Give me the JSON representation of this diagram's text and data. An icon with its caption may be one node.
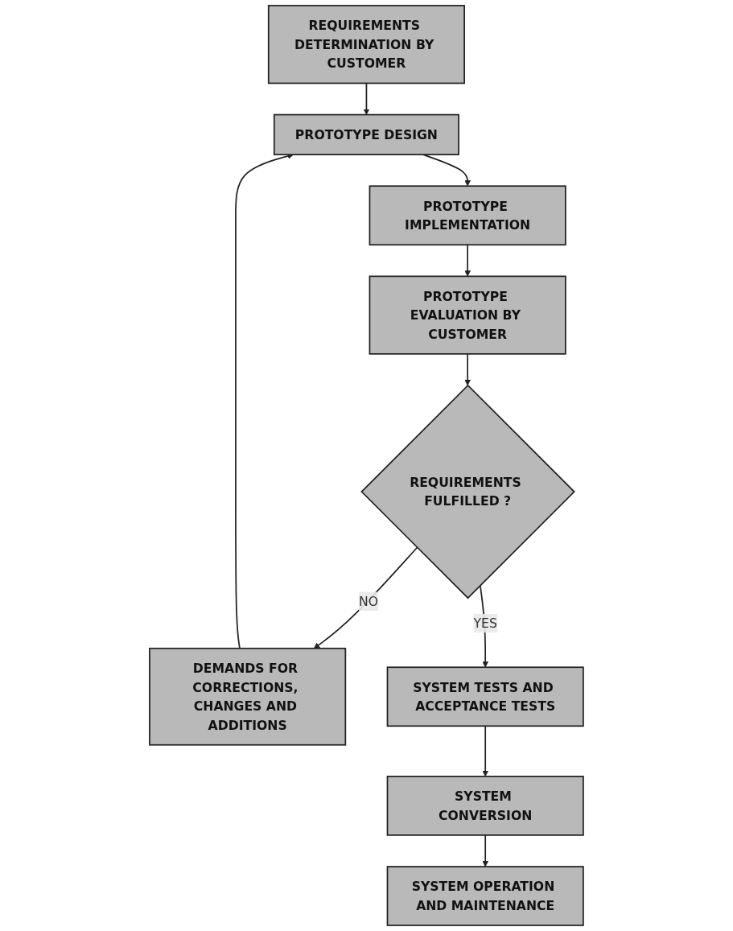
{
  "diagram": {
    "nodes": [
      {
        "text": [
          "REQUIREMENTS DETERMINATION BY CUSTOMER"
        ]
      },
      {
        "text": [
          "PROTOTYPE DESIGN"
        ]
      },
      {
        "text": [
          "PROTOTYPE IMPLEMENTATION"
        ]
      },
      {
        "text": [
          "PROTOTYPE EVALUATION BY CUSTOMER"
        ]
      },
      {
        "text": [
          "REQUIREMENTS FULFILLED ?"
        ]
      },
      {
        "text": [
          "DEMANDS FOR CORRECTIONS, CHANGES AND ADDITIONS"
        ]
      },
      {
        "text": [
          "SYSTEM TESTS AND ACCEPTANCE TESTS"
        ]
      },
      {
        "text": [
          "SYSTEM CONVERSION"
        ]
      },
      {
        "text": [
          "SYSTEM OPERATION AND MAINTENANCE"
        ]
      }
    ],
    "edges": [
      {
        "from": 0,
        "to": 1,
        "arrow": "to"
      },
      {
        "from": 1,
        "to": 2,
        "arrow": "to"
      },
      {
        "from": 2,
        "to": 3,
        "arrow": "to"
      },
      {
        "from": 3,
        "to": 4,
        "arrow": "to"
      },
      {
        "from": 4,
        "to": 5,
        "label": "NO",
        "arrow": "to"
      },
      {
        "from": 5,
        "to": 1,
        "arrow": "to"
      },
      {
        "from": 4,
        "to": 6,
        "label": "YES",
        "arrow": "to"
      },
      {
        "from": 6,
        "to": 7,
        "arrow": "to"
      },
      {
        "from": 7,
        "to": 8,
        "arrow": "to"
      }
    ]
  }
}
